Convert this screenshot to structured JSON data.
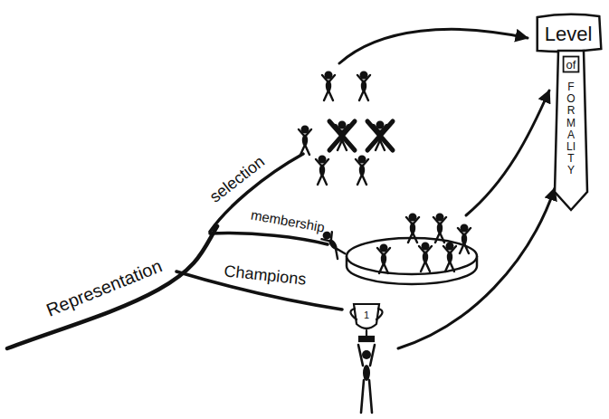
{
  "diagram": {
    "nodes": [
      {
        "text": [
          "Level",
          "of",
          "FORMALITY"
        ]
      }
    ],
    "labels": [
      "Representation",
      "selection",
      "membership",
      "Champions",
      "1"
    ]
  }
}
